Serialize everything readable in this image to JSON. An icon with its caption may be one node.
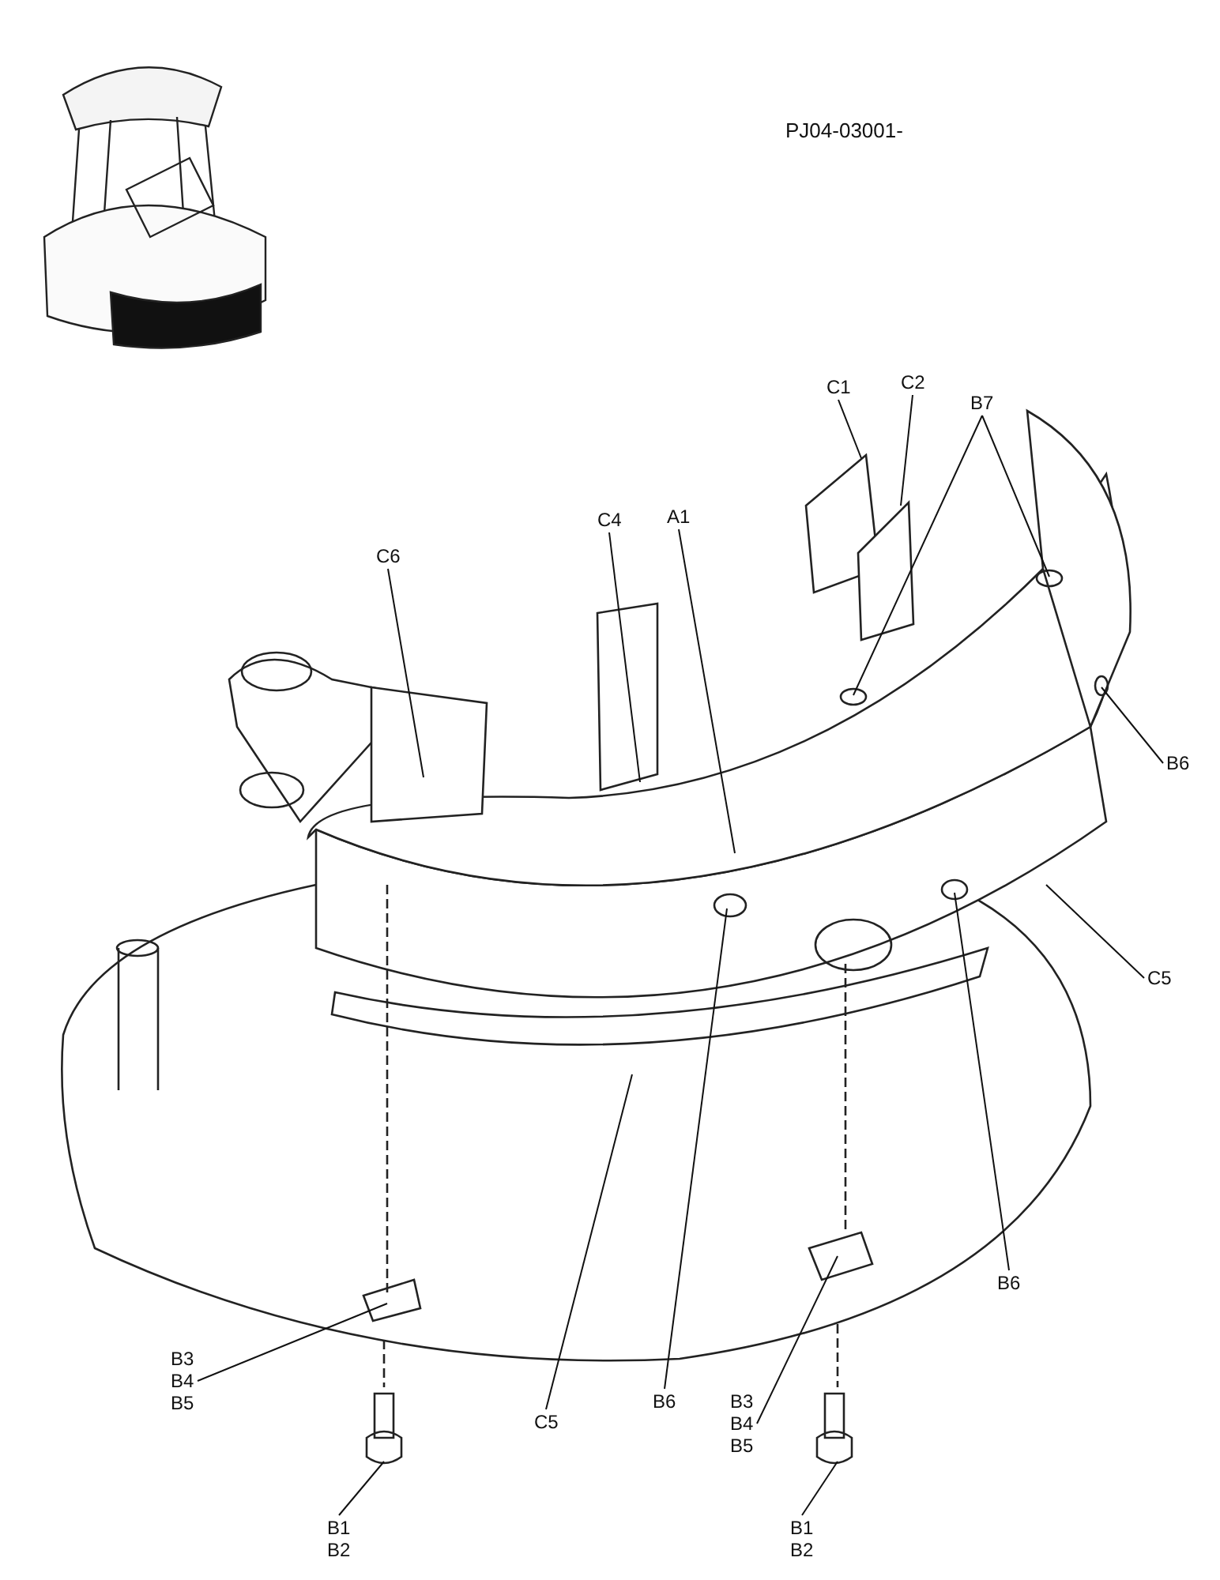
{
  "diagram": {
    "nodes": [
      {
        "text": [
          "C1"
        ]
      },
      {
        "text": [
          "C2"
        ]
      },
      {
        "text": [
          "B7"
        ]
      },
      {
        "text": [
          "C4"
        ]
      },
      {
        "text": [
          "A1"
        ]
      },
      {
        "text": [
          "C6"
        ]
      },
      {
        "text": [
          "B6"
        ]
      },
      {
        "text": [
          "C5"
        ]
      },
      {
        "text": [
          "B6"
        ]
      },
      {
        "text": [
          "B3",
          "B4",
          "B5"
        ]
      },
      {
        "text": [
          "C5"
        ]
      },
      {
        "text": [
          "B6"
        ]
      },
      {
        "text": [
          "B3",
          "B4",
          "B5"
        ]
      },
      {
        "text": [
          "B1",
          "B2"
        ]
      },
      {
        "text": [
          "B1",
          "B2"
        ]
      }
    ],
    "edges": [
      {
        "from": 0,
        "to": null,
        "arrow": "none"
      },
      {
        "from": 1,
        "to": null,
        "arrow": "none"
      },
      {
        "from": 2,
        "to": null,
        "arrow": "none"
      },
      {
        "from": 2,
        "to": null,
        "arrow": "none"
      },
      {
        "from": 3,
        "to": null,
        "arrow": "none"
      },
      {
        "from": 4,
        "to": null,
        "arrow": "none"
      },
      {
        "from": 5,
        "to": null,
        "arrow": "none"
      },
      {
        "from": 6,
        "to": null,
        "arrow": "none"
      },
      {
        "from": 7,
        "to": null,
        "arrow": "none"
      },
      {
        "from": 8,
        "to": null,
        "arrow": "none"
      },
      {
        "from": 9,
        "to": null,
        "arrow": "none"
      },
      {
        "from": 10,
        "to": null,
        "arrow": "none"
      },
      {
        "from": 11,
        "to": null,
        "arrow": "none"
      },
      {
        "from": 12,
        "to": null,
        "arrow": "none"
      },
      {
        "from": 13,
        "to": null,
        "arrow": "none"
      },
      {
        "from": 14,
        "to": null,
        "arrow": "none"
      }
    ],
    "labels": [
      "PJ04-03001-"
    ]
  }
}
